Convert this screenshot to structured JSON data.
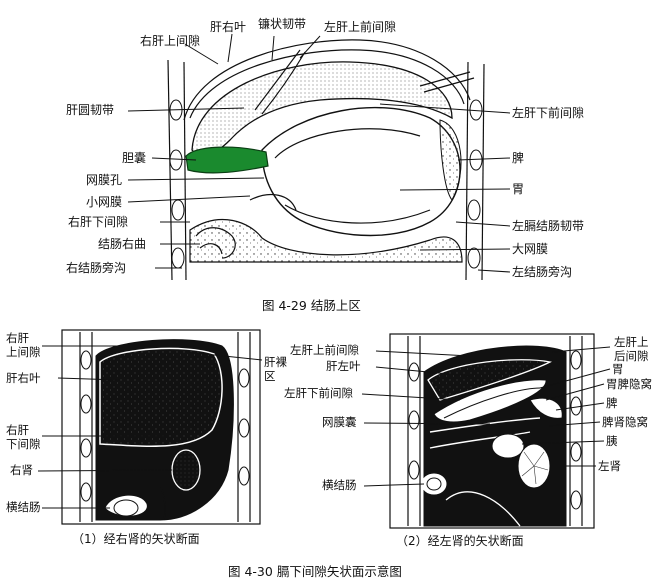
{
  "figure_4_29": {
    "caption": "图 4-29 结肠上区",
    "labels": {
      "right_upper_hepatic_space": "右肝上间隙",
      "right_lobe_liver": "肝右叶",
      "falciform_ligament": "镰状韧带",
      "left_upper_anterior_space": "左肝上前间隙",
      "ligamentum_teres": "肝圆韧带",
      "left_lower_anterior_space": "左肝下前间隙",
      "gallbladder": "胆囊",
      "spleen": "脾",
      "omental_foramen": "网膜孔",
      "stomach": "胃",
      "lesser_omentum": "小网膜",
      "right_lower_hepatic_space": "右肝下间隙",
      "phrenicocolic_ligament": "左膈结肠韧带",
      "right_colic_flexure": "结肠右曲",
      "greater_omentum": "大网膜",
      "right_paracolic_sulcus": "右结肠旁沟",
      "left_paracolic_sulcus": "左结肠旁沟"
    }
  },
  "figure_4_30": {
    "caption": "图 4-30 膈下间隙矢状面示意图",
    "panel_1": {
      "subcaption": "（1）经右肾的矢状断面",
      "labels": {
        "right_upper_hepatic_space_l1": "右肝",
        "right_upper_hepatic_space_l2": "上间隙",
        "right_lobe_liver": "肝右叶",
        "bare_area_l1": "肝裸",
        "bare_area_l2": "区",
        "right_lower_hepatic_space_l1": "右肝",
        "right_lower_hepatic_space_l2": "下间隙",
        "right_kidney": "右肾",
        "transverse_colon": "横结肠"
      }
    },
    "panel_2": {
      "subcaption": "（2）经左肾的矢状断面",
      "labels": {
        "left_upper_anterior_space": "左肝上前间隙",
        "left_upper_posterior_space_l1": "左肝上",
        "left_upper_posterior_space_l2": "后间隙",
        "left_lobe_liver": "肝左叶",
        "stomach": "胃",
        "gastrosplenic_recess": "胃脾隐窝",
        "left_lower_anterior_space": "左肝下前间隙",
        "spleen": "脾",
        "omental_bursa": "网膜囊",
        "splenorenal_recess": "脾肾隐窝",
        "pancreas": "胰",
        "left_kidney": "左肾",
        "transverse_colon": "横结肠"
      }
    }
  },
  "colors": {
    "gallbladder": "#1a8a2e",
    "ink": "#111111",
    "background": "#ffffff"
  }
}
